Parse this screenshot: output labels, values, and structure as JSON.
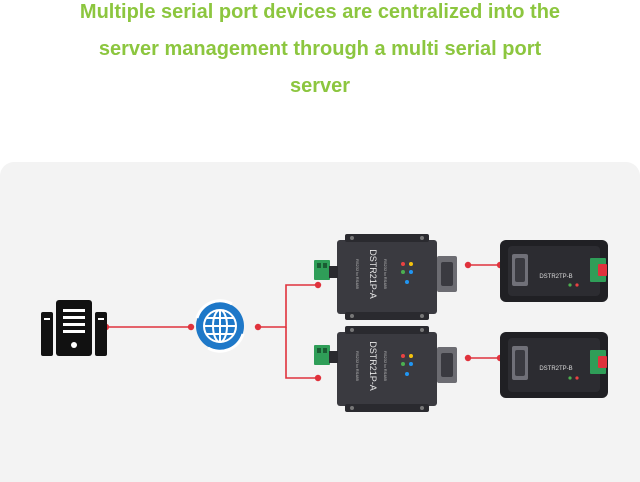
{
  "headline": {
    "line1": "Multiple serial port devices are centralized into the",
    "line2": "server management through a multi serial port",
    "line3": "server"
  },
  "device_a": {
    "label": "DSTR21P-A",
    "model_text": "RS232 to RS485"
  },
  "device_b": {
    "label": "DSTR2TP-B"
  },
  "colors": {
    "headline": "#8cc63f",
    "connector": "#e0323c",
    "globe": "#1e78c8",
    "device_body": "#2e2e33",
    "terminal_green": "#2f9e58",
    "panel_bg": "#f3f3f3"
  },
  "icons": [
    "server-rack-icon",
    "network-globe-icon"
  ]
}
